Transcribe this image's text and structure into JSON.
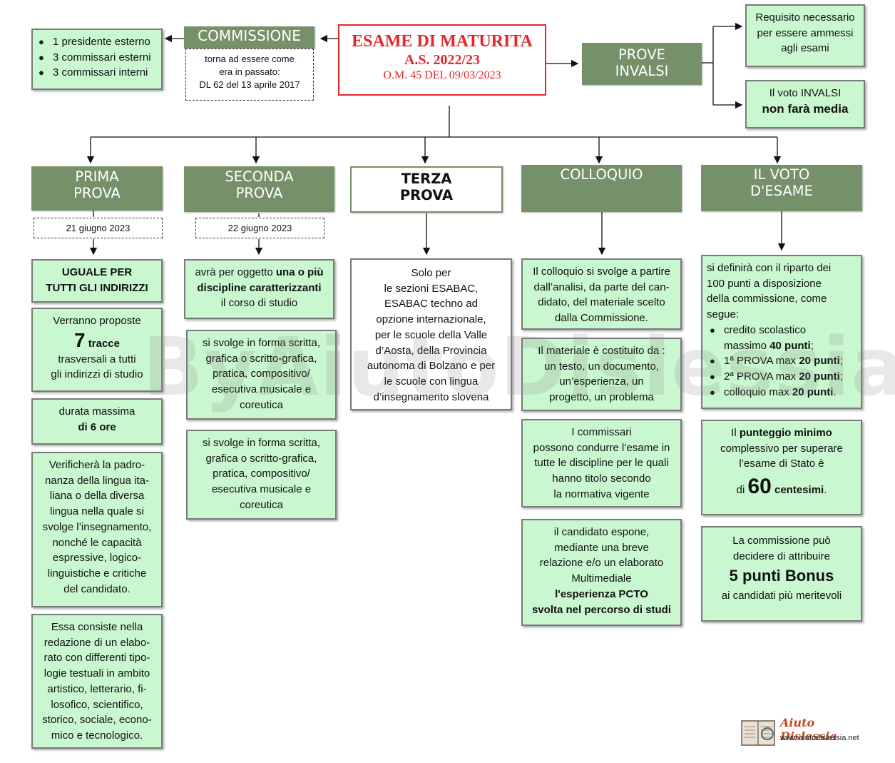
{
  "main": {
    "title": "ESAME DI MATURITA",
    "year": "A.S. 2022/23",
    "ordinance": "O.M. 45  DEL 09/03/2023"
  },
  "commissione": {
    "header": "COMMISSIONE",
    "members": [
      "1 presidente esterno",
      "3 commissari esterni",
      "3 commissari interni"
    ],
    "note": [
      "torna ad essere come",
      "era in passato:",
      "DL 62 del 13 aprile 2017"
    ]
  },
  "invalsi": {
    "header": [
      "PROVE",
      "INVALSI"
    ],
    "requisito": [
      "Requisito necessario",
      "per essere ammessi",
      "agli esami"
    ],
    "voto_line1": "Il voto INVALSI",
    "voto_line2": "non farà media"
  },
  "prima": {
    "header": [
      "PRIMA",
      "PROVA"
    ],
    "date": "21 giugno 2023",
    "uguale": [
      "UGUALE PER",
      "TUTTI GLI INDIRIZZI"
    ],
    "tracce_pre": "Verranno proposte",
    "tracce_num": "7",
    "tracce_word": "tracce",
    "tracce_post": [
      "trasversali a tutti",
      "gli indirizzi di studio"
    ],
    "durata_pre": "durata massima",
    "durata_val": "di 6 ore",
    "verifica": [
      "Verificherà la padro-",
      "nanza della lingua ita-",
      "liana o della diversa",
      "lingua nella quale si",
      "svolge l’insegnamento,",
      "nonché le capacità",
      "espressive, logico-",
      "linguistiche e critiche",
      "del candidato."
    ],
    "consiste": [
      "Essa consiste nella",
      "redazione di un elabo-",
      "rato con differenti tipo-",
      "logie testuali in ambito",
      "artistico, letterario, fi-",
      "losofico, scientifico,",
      "storico, sociale, econo-",
      "mico e tecnologico."
    ]
  },
  "seconda": {
    "header": [
      "SECONDA",
      "PROVA"
    ],
    "date": "22 giugno 2023",
    "oggetto_pre": "avrà per oggetto ",
    "oggetto_bold1": "una o più",
    "oggetto_bold2": "discipline caratterizzanti",
    "oggetto_post": "il corso di studio",
    "forma1": [
      "si svolge in forma scritta,",
      "grafica o scritto-grafica,",
      "pratica, compositivo/",
      "esecutiva musicale e",
      "coreutica"
    ],
    "forma2": [
      "si svolge in forma scritta,",
      "grafica o scritto-grafica,",
      "pratica, compositivo/",
      "esecutiva musicale e",
      "coreutica"
    ]
  },
  "terza": {
    "header": [
      "TERZA",
      "PROVA"
    ],
    "text": [
      "Solo per",
      "le sezioni ESABAC,",
      "ESABAC techno ad",
      "opzione internazionale,",
      "per le scuole della Valle",
      "d’Aosta, della Provincia",
      "autonoma di Bolzano e per",
      "le scuole con lingua",
      "d’insegnamento slovena"
    ]
  },
  "colloquio": {
    "header": "COLLOQUIO",
    "analisi": [
      "Il colloquio si svolge a partire",
      "dall’analisi, da parte del can-",
      "didato, del materiale scelto",
      "dalla Commissione."
    ],
    "materiale": [
      "Il materiale è costituito da :",
      "un testo, un documento,",
      "un’esperienza, un",
      "progetto, un problema"
    ],
    "commissari": [
      "I commissari",
      "possono condurre l’esame in",
      "tutte le discipline per le quali",
      "hanno titolo secondo",
      "la normativa vigente"
    ],
    "candidato": [
      "il candidato espone,",
      "mediante una breve",
      "relazione e/o un elaborato",
      "Multimediale"
    ],
    "candidato_bold": [
      "l'esperienza PCTO",
      "svolta nel percorso di studi"
    ]
  },
  "voto": {
    "header": [
      "IL VOTO",
      "D'ESAME"
    ],
    "riparto": [
      "si definirà con il riparto dei",
      "100 punti a disposizione",
      "della commissione, come",
      "segue:"
    ],
    "items": [
      {
        "pre": "credito scolastico",
        "pre2": "massimo ",
        "bold": "40 punti",
        "post": ";"
      },
      {
        "pre": "1ª PROVA max ",
        "bold": "20 punti",
        "post": ";"
      },
      {
        "pre": "2ª PROVA max ",
        "bold": "20 punti",
        "post": ";"
      },
      {
        "pre": "colloquio max ",
        "bold": "20 punti",
        "post": "."
      }
    ],
    "minimo_pre": "Il ",
    "minimo_bold": "punteggio minimo",
    "minimo_post": [
      "complessivo per superare",
      "l’esame di Stato è"
    ],
    "minimo_di": "di ",
    "minimo_num": "60",
    "minimo_unit": "centesimi",
    "minimo_end": ".",
    "bonus_pre": [
      "La commissione può",
      "decidere di attribuire"
    ],
    "bonus_bold": "5 punti Bonus",
    "bonus_post": "ai candidati più meritevoli"
  },
  "watermark": "ByAiutoDislessia.net",
  "logo": {
    "name": "Aiuto Dislessia",
    "url": "www.aiutodislessia.net"
  },
  "colors": {
    "header": "#76906a",
    "box": "#c9f7cf",
    "accent": "#e2272a"
  }
}
